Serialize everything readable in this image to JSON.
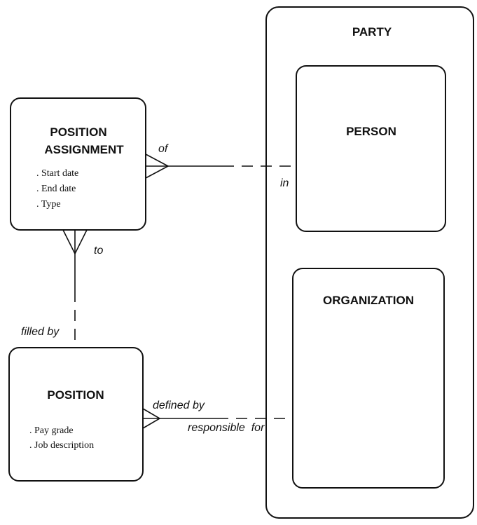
{
  "entities": {
    "party": {
      "title": "PARTY"
    },
    "person": {
      "title": "PERSON"
    },
    "organization": {
      "title": "ORGANIZATION"
    },
    "position_assignment": {
      "title_line1": "POSITION",
      "title_line2": "ASSIGNMENT",
      "attributes": [
        ". Start date",
        ". End date",
        ". Type"
      ]
    },
    "position": {
      "title": "POSITION",
      "attributes": [
        ". Pay grade",
        ". Job description"
      ]
    }
  },
  "relationships": {
    "assignment_person_of": "of",
    "assignment_person_in": "in",
    "assignment_position_to": "to",
    "assignment_position_filled_by": "filled by",
    "position_org_defined_by": "defined by",
    "position_org_responsible_for": "responsible  for"
  },
  "colors": {
    "line": "#111111",
    "background": "#ffffff"
  }
}
